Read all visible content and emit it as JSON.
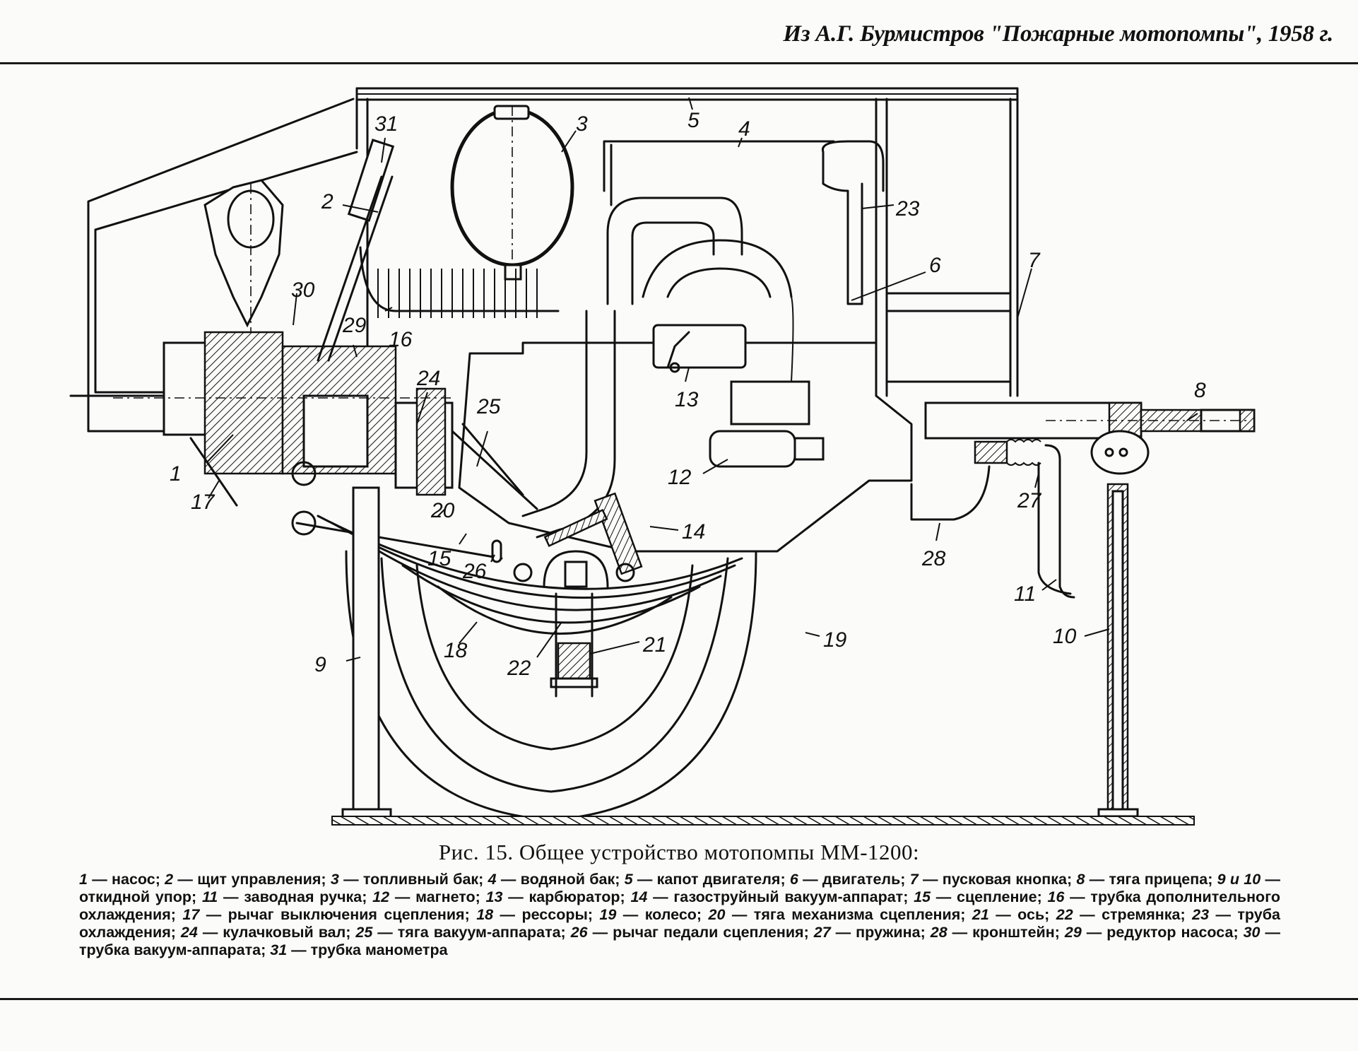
{
  "source_note": "Из А.Г. Бурмистров \"Пожарные мотопомпы\", 1958 г.",
  "figure": {
    "title": "Рис. 15. Общее устройство мотопомпы ММ-1200:",
    "callouts": [
      {
        "n": "1"
      },
      {
        "n": "2"
      },
      {
        "n": "3"
      },
      {
        "n": "4"
      },
      {
        "n": "5"
      },
      {
        "n": "6"
      },
      {
        "n": "7"
      },
      {
        "n": "8"
      },
      {
        "n": "9"
      },
      {
        "n": "10"
      },
      {
        "n": "11"
      },
      {
        "n": "12"
      },
      {
        "n": "13"
      },
      {
        "n": "14"
      },
      {
        "n": "15"
      },
      {
        "n": "16"
      },
      {
        "n": "17"
      },
      {
        "n": "18"
      },
      {
        "n": "19"
      },
      {
        "n": "20"
      },
      {
        "n": "21"
      },
      {
        "n": "22"
      },
      {
        "n": "23"
      },
      {
        "n": "24"
      },
      {
        "n": "25"
      },
      {
        "n": "26"
      },
      {
        "n": "27"
      },
      {
        "n": "28"
      },
      {
        "n": "29"
      },
      {
        "n": "30"
      },
      {
        "n": "31"
      }
    ],
    "legend": [
      {
        "n": "1",
        "text": "насос;"
      },
      {
        "n": "2",
        "text": "щит управления;"
      },
      {
        "n": "3",
        "text": "топливный бак;"
      },
      {
        "n": "4",
        "text": "водяной бак;"
      },
      {
        "n": "5",
        "text": "капот двигателя;"
      },
      {
        "n": "6",
        "text": "двигатель;"
      },
      {
        "n": "7",
        "text": "пусковая кнопка;"
      },
      {
        "n": "8",
        "text": "тяга прицепа;"
      },
      {
        "n": "9 и 10",
        "text": "откидной упор;"
      },
      {
        "n": "11",
        "text": "заводная ручка;"
      },
      {
        "n": "12",
        "text": "магнето;"
      },
      {
        "n": "13",
        "text": "карбюратор;"
      },
      {
        "n": "14",
        "text": "газоструйный вакуум-аппарат;"
      },
      {
        "n": "15",
        "text": "сцепление;"
      },
      {
        "n": "16",
        "text": "трубка дополнительного охлаждения;"
      },
      {
        "n": "17",
        "text": "рычаг выключения сцепления;"
      },
      {
        "n": "18",
        "text": "рессоры;"
      },
      {
        "n": "19",
        "text": "колесо;"
      },
      {
        "n": "20",
        "text": "тяга механизма сцепления;"
      },
      {
        "n": "21",
        "text": "ось;"
      },
      {
        "n": "22",
        "text": "стремянка;"
      },
      {
        "n": "23",
        "text": "труба охлаждения;"
      },
      {
        "n": "24",
        "text": "кулачковый вал;"
      },
      {
        "n": "25",
        "text": "тяга вакуум-аппарата;"
      },
      {
        "n": "26",
        "text": "рычаг педали сцепления;"
      },
      {
        "n": "27",
        "text": "пружина;"
      },
      {
        "n": "28",
        "text": "кронштейн;"
      },
      {
        "n": "29",
        "text": "редуктор насоса;"
      },
      {
        "n": "30",
        "text": "трубка вакуум-аппарата;"
      },
      {
        "n": "31",
        "text": "трубка манометра"
      }
    ],
    "dash": "—"
  }
}
